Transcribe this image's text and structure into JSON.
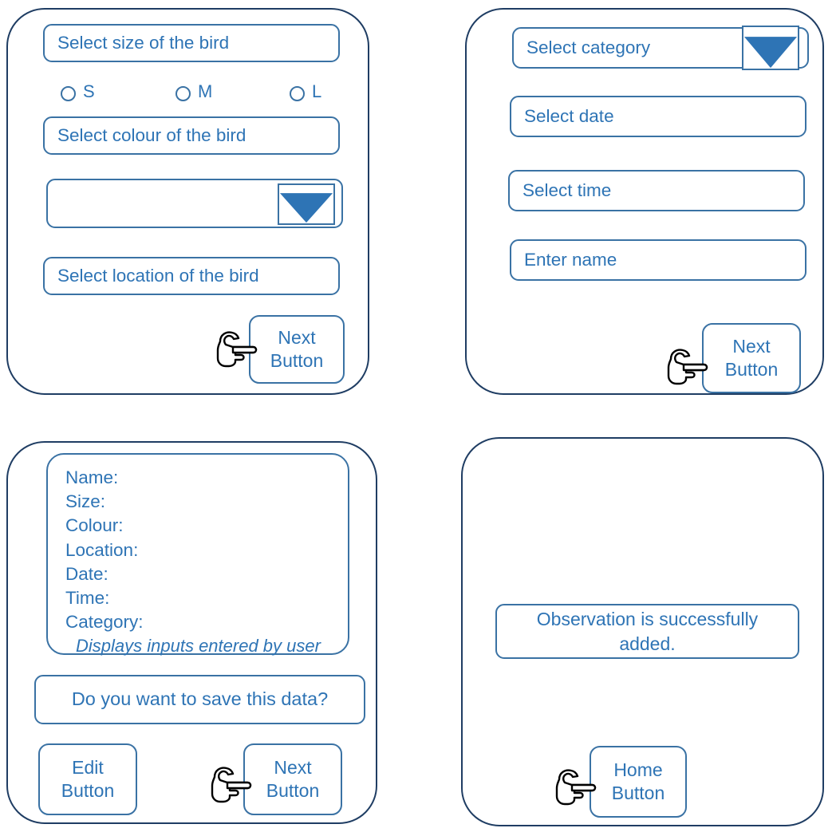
{
  "colors": {
    "frame_border": "#1F3D63",
    "field_border": "#3A72A4",
    "text_blue": "#2E74B5",
    "arrow_fill": "#2E74B5",
    "background": "#FFFFFF",
    "hand_outline": "#000000"
  },
  "screens": [
    {
      "id": "bird-details-screen",
      "fields": [
        {
          "name": "size-field",
          "label": "Select size of the bird"
        },
        {
          "name": "colour-field",
          "label": "Select colour of the bird"
        },
        {
          "name": "colour-dropdown",
          "label": ""
        },
        {
          "name": "location-field",
          "label": "Select location of the bird"
        }
      ],
      "radios": [
        {
          "value": "S",
          "label": "S",
          "checked": false
        },
        {
          "value": "M",
          "label": "M",
          "checked": false
        },
        {
          "value": "L",
          "label": "L",
          "checked": false
        }
      ],
      "button": {
        "line1": "Next",
        "line2": "Button"
      }
    },
    {
      "id": "observation-meta-screen",
      "fields": [
        {
          "name": "category-field",
          "label": "Select category"
        },
        {
          "name": "date-field",
          "label": "Select date"
        },
        {
          "name": "time-field",
          "label": "Select time"
        },
        {
          "name": "name-field",
          "label": "Enter name"
        }
      ],
      "button": {
        "line1": "Next",
        "line2": "Button"
      }
    },
    {
      "id": "summary-screen",
      "summary_lines": [
        "Name:",
        "Size:",
        "Colour:",
        "Location:",
        "Date:",
        "Time:",
        "Category:"
      ],
      "summary_note": "Displays inputs entered by user",
      "prompt": "Do you want to save this data?",
      "edit_button": {
        "line1": "Edit",
        "line2": "Button"
      },
      "next_button": {
        "line1": "Next",
        "line2": "Button"
      }
    },
    {
      "id": "confirmation-screen",
      "message": "Observation is successfully added.",
      "home_button": {
        "line1": "Home",
        "line2": "Button"
      }
    }
  ],
  "icons": {
    "dropdown": "triangle-down-icon",
    "radio": "radio-button-icon",
    "cursor": "pointing-hand-icon"
  }
}
